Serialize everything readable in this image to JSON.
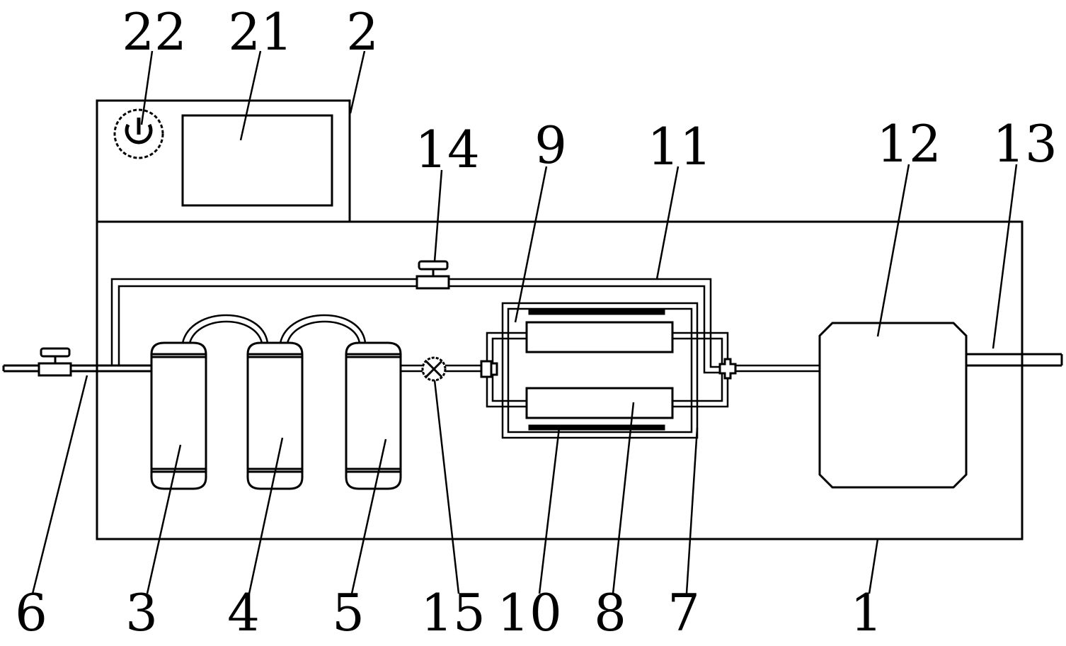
{
  "figure": {
    "labels": [
      {
        "id": "22",
        "text": "22"
      },
      {
        "id": "21",
        "text": "21"
      },
      {
        "id": "2",
        "text": "2"
      },
      {
        "id": "14",
        "text": "14"
      },
      {
        "id": "9",
        "text": "9"
      },
      {
        "id": "11",
        "text": "11"
      },
      {
        "id": "12",
        "text": "12"
      },
      {
        "id": "13",
        "text": "13"
      },
      {
        "id": "6",
        "text": "6"
      },
      {
        "id": "3",
        "text": "3"
      },
      {
        "id": "4",
        "text": "4"
      },
      {
        "id": "5",
        "text": "5"
      },
      {
        "id": "15",
        "text": "15"
      },
      {
        "id": "10",
        "text": "10"
      },
      {
        "id": "8",
        "text": "8"
      },
      {
        "id": "7",
        "text": "7"
      },
      {
        "id": "1",
        "text": "1"
      }
    ]
  },
  "colors": {
    "line": "#000000",
    "background": "#ffffff"
  },
  "icons": {
    "power": "power-icon"
  }
}
